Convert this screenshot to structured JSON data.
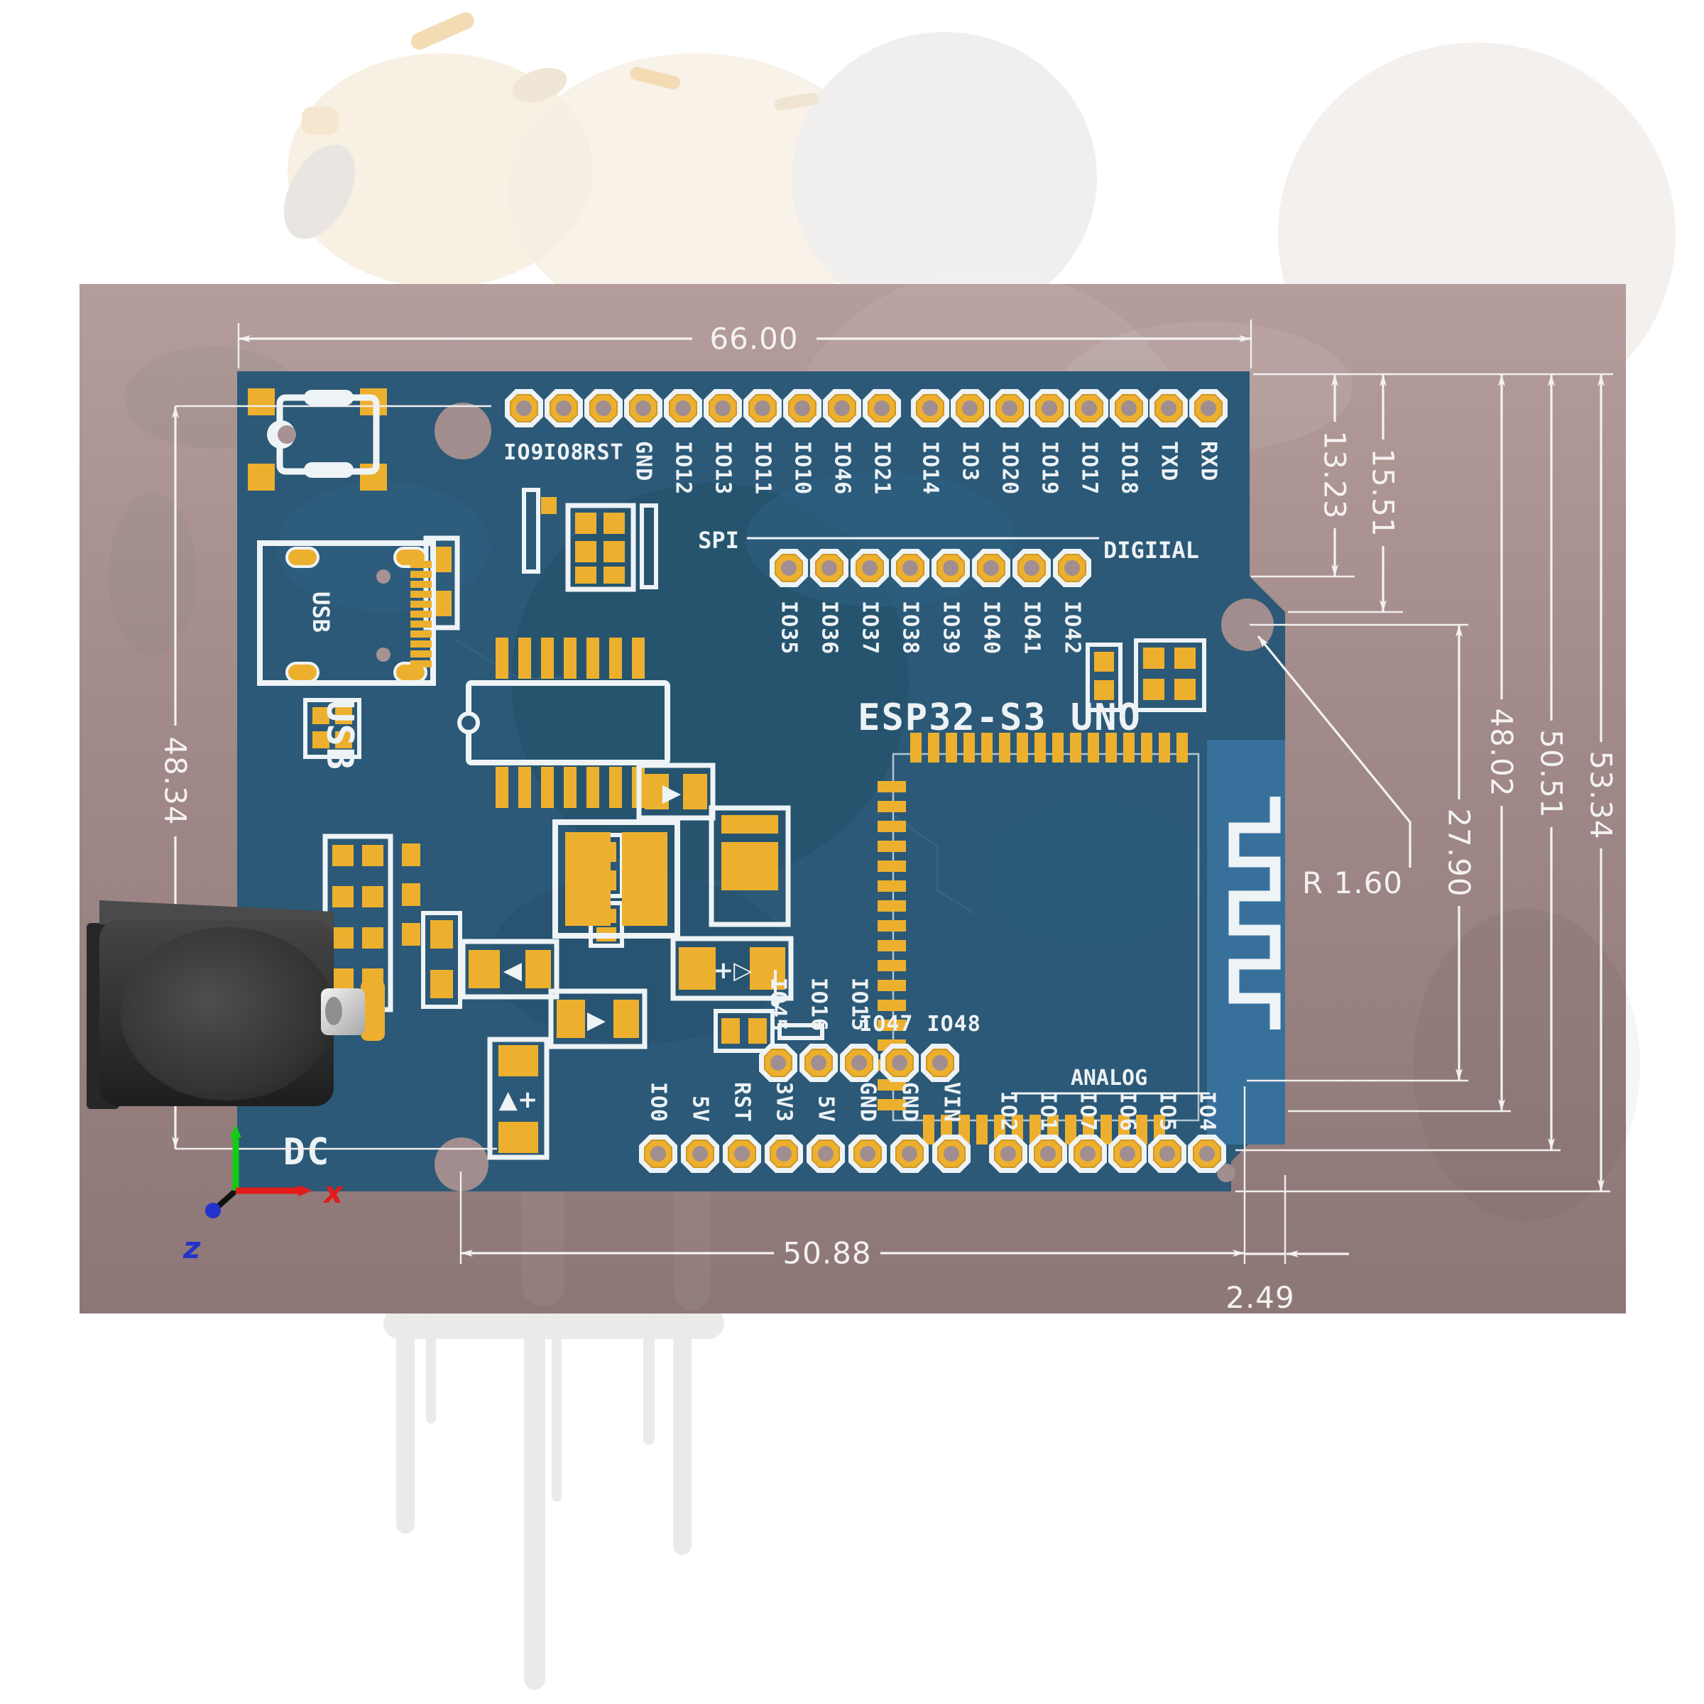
{
  "board": {
    "title": "ESP32-S3 UNO",
    "silkscreen": {
      "spi": "SPI",
      "digital": "DIGIIAL",
      "analog": "ANALOG",
      "usb_small": "USB",
      "usb_large": "USB",
      "dc": "DC",
      "aux_right": "IO47 IO48"
    },
    "pins": {
      "top_left": [
        "IO9",
        "IO8",
        "RST"
      ],
      "top_mid": [
        "GND",
        "IO12",
        "IO13",
        "IO11",
        "IO10",
        "IO46",
        "IO21"
      ],
      "top_right": [
        "IO14",
        "IO3",
        "IO20",
        "IO19",
        "IO17",
        "IO18",
        "TXD",
        "RXD"
      ],
      "mid": [
        "IO35",
        "IO36",
        "IO37",
        "IO38",
        "IO39",
        "IO40",
        "IO41",
        "IO42"
      ],
      "aux": [
        "IO45",
        "IO16",
        "IO15"
      ],
      "power": [
        "IO0",
        "5V",
        "RST",
        "3V3",
        "5V",
        "GND",
        "GND",
        "VIN"
      ],
      "analog": [
        "IO2",
        "IO1",
        "IO7",
        "IO6",
        "IO5",
        "IO4"
      ]
    }
  },
  "dimensions": {
    "top_width": "66.00",
    "left_height": "48.34",
    "notch_depth": "13.23",
    "notch_depth2": "15.51",
    "hole_span": "27.90",
    "height_to_chamfer": "48.02",
    "height_to_holes": "50.51",
    "total_height": "53.34",
    "corner_radius": "R 1.60",
    "bottom_width": "50.88",
    "bottom_offset": "2.49"
  },
  "axes": {
    "x": "x",
    "z": "z"
  },
  "colors": {
    "board": "#2b5977",
    "antenna_block": "#38709c",
    "pad": "#edb02e",
    "silkscreen": "#eef3f6",
    "backdrop_top": "#b59d9c",
    "backdrop_bottom": "#8d7776",
    "dimension": "#f4f2f1",
    "axis_x": "#e31b1b",
    "axis_y": "#12cc12",
    "axis_z": "#2433cc"
  }
}
